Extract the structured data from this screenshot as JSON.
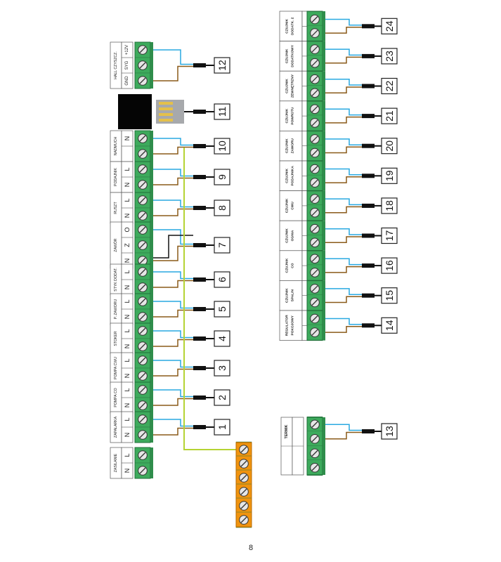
{
  "page_number": "8",
  "colors": {
    "terminal_green": "#3daa5c",
    "terminal_orange": "#f0930e",
    "wire_blue": "#29a9e1",
    "wire_brown": "#8a5a19",
    "wire_yellow_green": "#b5d334",
    "wire_black": "#111111",
    "label_border": "#555555"
  },
  "left_blocks": [
    {
      "id": "12",
      "label": "HALL CZYSZCZ.",
      "pins": [
        "+12V",
        "SYG",
        "GND"
      ]
    },
    {
      "id": "10",
      "label": "NADMUCH",
      "pins": [
        "N",
        ""
      ]
    },
    {
      "id": "9",
      "label": "PODAJNIK",
      "pins": [
        "L",
        "N"
      ]
    },
    {
      "id": "8",
      "label": "RUSZT",
      "pins": [
        "L",
        "N"
      ]
    },
    {
      "id": "7",
      "label": "ZAWÓR",
      "pins": [
        "O",
        "Z",
        "N"
      ]
    },
    {
      "id": "6",
      "label": "STYK DODAT.",
      "pins": [
        "L",
        "N"
      ]
    },
    {
      "id": "5",
      "label": "P. ZAWORU",
      "pins": [
        "L",
        "N"
      ]
    },
    {
      "id": "4",
      "label": "STOKER",
      "pins": [
        "L",
        "N"
      ]
    },
    {
      "id": "3",
      "label": "POMPA CWU",
      "pins": [
        "L",
        "N"
      ]
    },
    {
      "id": "2",
      "label": "POMPA CO",
      "pins": [
        "L",
        "N"
      ]
    },
    {
      "id": "1",
      "label": "ZAPALARKA",
      "pins": [
        "L",
        "N"
      ]
    },
    {
      "id": "",
      "label": "ZASILANIE",
      "pins": [
        "L",
        "N"
      ]
    }
  ],
  "network_connector_number": "11",
  "right_blocks": [
    {
      "id": "24",
      "label": [
        "CZUJNIK",
        "DODATK. 2"
      ]
    },
    {
      "id": "23",
      "label": [
        "CZUJNIK",
        "DODATKOWY"
      ]
    },
    {
      "id": "22",
      "label": [
        "CZUJNIK",
        "ZEWNĘTRZNY"
      ]
    },
    {
      "id": "21",
      "label": [
        "CZUJNIK",
        "POWROTU"
      ]
    },
    {
      "id": "20",
      "label": [
        "CZUJNIK",
        "ZAWORU"
      ]
    },
    {
      "id": "19",
      "label": [
        "CZUJNIK",
        "PODAJNIKA"
      ]
    },
    {
      "id": "18",
      "label": [
        "CZUJNIK",
        "CWU"
      ]
    },
    {
      "id": "17",
      "label": [
        "CZUJNIK",
        "OGNIA"
      ]
    },
    {
      "id": "16",
      "label": [
        "CZUJNIK",
        "CO"
      ]
    },
    {
      "id": "15",
      "label": [
        "CZUJNIK",
        "SPALIN"
      ]
    },
    {
      "id": "14",
      "label": [
        "REGULATOR",
        "POKOJOWY"
      ]
    }
  ],
  "termik_block": {
    "id": "13",
    "label": "TERMIK"
  },
  "orange_block": {
    "terminal_count": 6
  }
}
